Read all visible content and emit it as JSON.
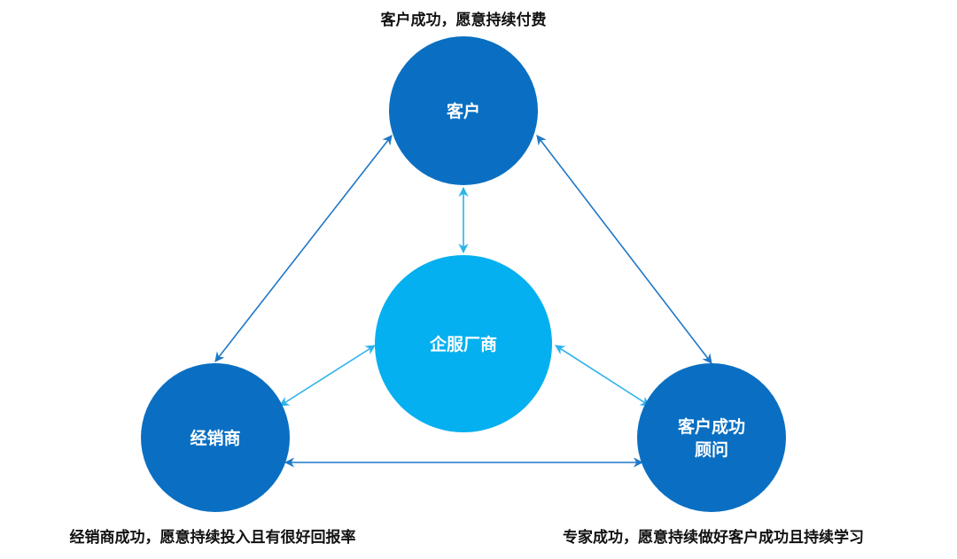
{
  "colors": {
    "outer_node": "#0a6fc2",
    "center_node": "#04b0ef",
    "outer_arrow": "#1d78c7",
    "inner_arrow": "#2cb3ec",
    "caption_text": "#111111"
  },
  "nodes": {
    "customer": {
      "label": "客户"
    },
    "vendor": {
      "label": "企服厂商"
    },
    "distributor": {
      "label": "经销商"
    },
    "csm": {
      "label_line1": "客户成功",
      "label_line2": "顾问"
    }
  },
  "captions": {
    "customer": "客户成功，愿意持续付费",
    "distributor": "经销商成功，愿意持续投入且有很好回报率",
    "csm": "专家成功，愿意持续做好客户成功且持续学习"
  }
}
